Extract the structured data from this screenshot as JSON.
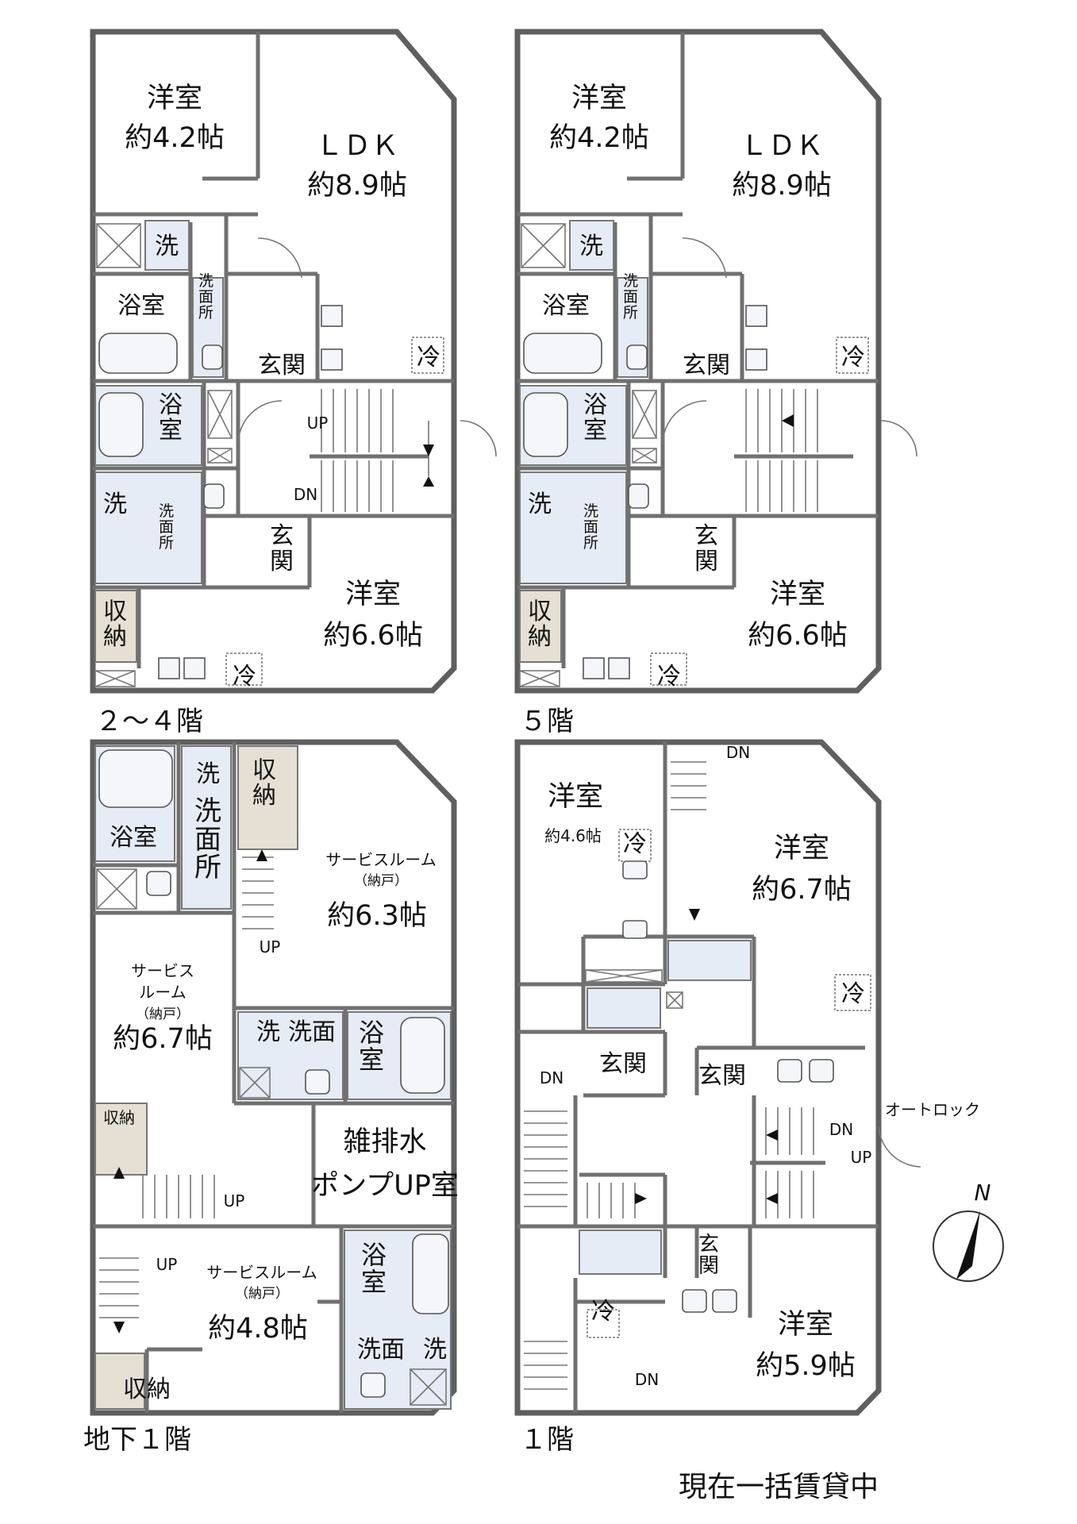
{
  "floors": {
    "f2to4": {
      "caption": "２～４階",
      "rooms": {
        "youshitsu_a": "洋室",
        "youshitsu_a_size": "約4.2帖",
        "ldk": "ＬＤＫ",
        "ldk_size": "約8.9帖",
        "sen_a": "洗",
        "senmen_a": "洗\n面\n所",
        "yokushitsu_a": "浴室",
        "genkan_a": "玄関",
        "rei_a": "冷",
        "yokushitsu_b": "浴\n室",
        "sen_b": "洗",
        "senmen_b": "洗\n面\n所",
        "genkan_b": "玄\n関",
        "youshitsu_b": "洋室",
        "youshitsu_b_size": "約6.6帖",
        "shuno": "収\n納",
        "rei_b": "冷",
        "up": "UP",
        "dn": "DN"
      }
    },
    "f5": {
      "caption": "５階",
      "rooms": {
        "youshitsu_a": "洋室",
        "youshitsu_a_size": "約4.2帖",
        "ldk": "ＬＤＫ",
        "ldk_size": "約8.9帖",
        "sen_a": "洗",
        "senmen_a": "洗\n面\n所",
        "yokushitsu_a": "浴室",
        "genkan_a": "玄関",
        "rei_a": "冷",
        "yokushitsu_b": "浴\n室",
        "sen_b": "洗",
        "senmen_b": "洗\n面\n所",
        "genkan_b": "玄\n関",
        "youshitsu_b": "洋室",
        "youshitsu_b_size": "約6.6帖",
        "shuno": "収\n納",
        "rei_b": "冷"
      }
    },
    "fb1": {
      "caption": "地下１階",
      "rooms": {
        "sen_a": "洗",
        "yokushitsu_a": "浴室",
        "senmen_a": "洗\n面\n所",
        "shuno_a": "収\n納",
        "service_a": "サービスルーム",
        "service_a_sub": "（納戸）",
        "service_a_size": "約6.3帖",
        "up_a": "UP",
        "service_b_1": "サービス",
        "service_b_2": "ルーム",
        "service_b_sub": "（納戸）",
        "service_b_size": "約6.7帖",
        "sen_b": "洗",
        "senmen_b": "洗面",
        "yokushitsu_b": "浴\n室",
        "shuno_b": "収納",
        "up_b": "UP",
        "pump_1": "雑排水",
        "pump_2": "ポンプUP室",
        "up_c": "UP",
        "service_c": "サービスルーム",
        "service_c_sub": "（納戸）",
        "service_c_size": "約4.8帖",
        "shuno_c": "収納",
        "yokushitsu_c": "浴\n室",
        "senmen_c": "洗面",
        "sen_c": "洗"
      }
    },
    "f1": {
      "caption": "１階",
      "rooms": {
        "youshitsu_a": "洋室",
        "youshitsu_a_size": "約4.6帖",
        "rei_a": "冷",
        "dn_a": "DN",
        "youshitsu_b": "洋室",
        "youshitsu_b_size": "約6.7帖",
        "rei_b": "冷",
        "genkan_a": "玄関",
        "genkan_b": "玄関",
        "dn_b": "DN",
        "dn_c": "DN",
        "up": "UP",
        "autolock": "オートロック",
        "genkan_c": "玄\n関",
        "rei_c": "冷",
        "youshitsu_c": "洋室",
        "youshitsu_c_size": "約5.9帖",
        "dn_d": "DN"
      }
    }
  },
  "compass": "N",
  "note": "現在一括賃貸中"
}
